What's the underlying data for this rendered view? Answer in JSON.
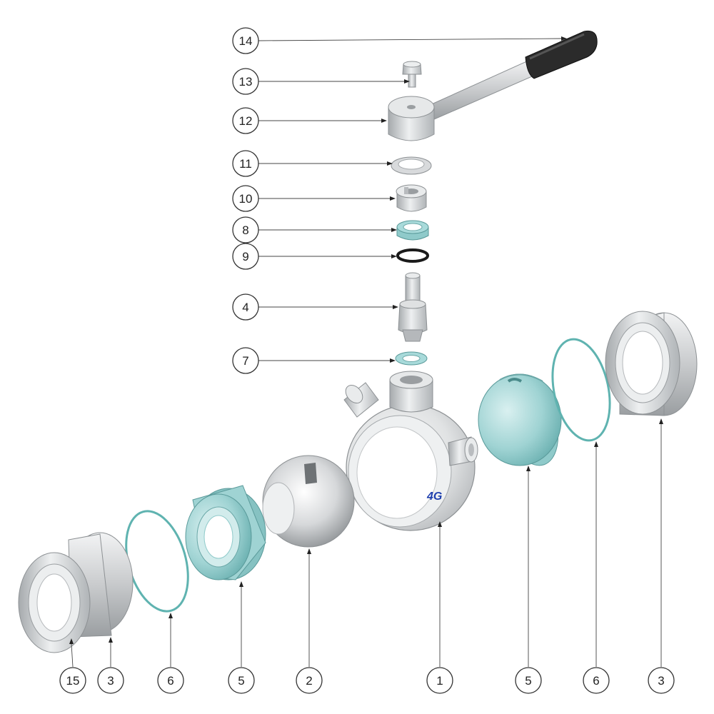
{
  "diagram": {
    "callouts": [
      {
        "id": "c14",
        "label": "14"
      },
      {
        "id": "c13",
        "label": "13"
      },
      {
        "id": "c12",
        "label": "12"
      },
      {
        "id": "c11",
        "label": "11"
      },
      {
        "id": "c10",
        "label": "10"
      },
      {
        "id": "c8",
        "label": "8"
      },
      {
        "id": "c9",
        "label": "9"
      },
      {
        "id": "c4",
        "label": "4"
      },
      {
        "id": "c7",
        "label": "7"
      },
      {
        "id": "c15",
        "label": "15"
      },
      {
        "id": "c3a",
        "label": "3"
      },
      {
        "id": "c6a",
        "label": "6"
      },
      {
        "id": "c5a",
        "label": "5"
      },
      {
        "id": "c2",
        "label": "2"
      },
      {
        "id": "c1",
        "label": "1"
      },
      {
        "id": "c5b",
        "label": "5"
      },
      {
        "id": "c6b",
        "label": "6"
      },
      {
        "id": "c3b",
        "label": "3"
      }
    ],
    "logo": "4G",
    "colors": {
      "metal": "#d4d6d8",
      "metal_dark": "#8f9396",
      "ptfe_seat": "#9ed3d3",
      "gasket": "#8ac9c7",
      "oring": "#1a1a1a",
      "handle_grip": "#2a2a2a",
      "logo": "#1e3fae"
    }
  }
}
